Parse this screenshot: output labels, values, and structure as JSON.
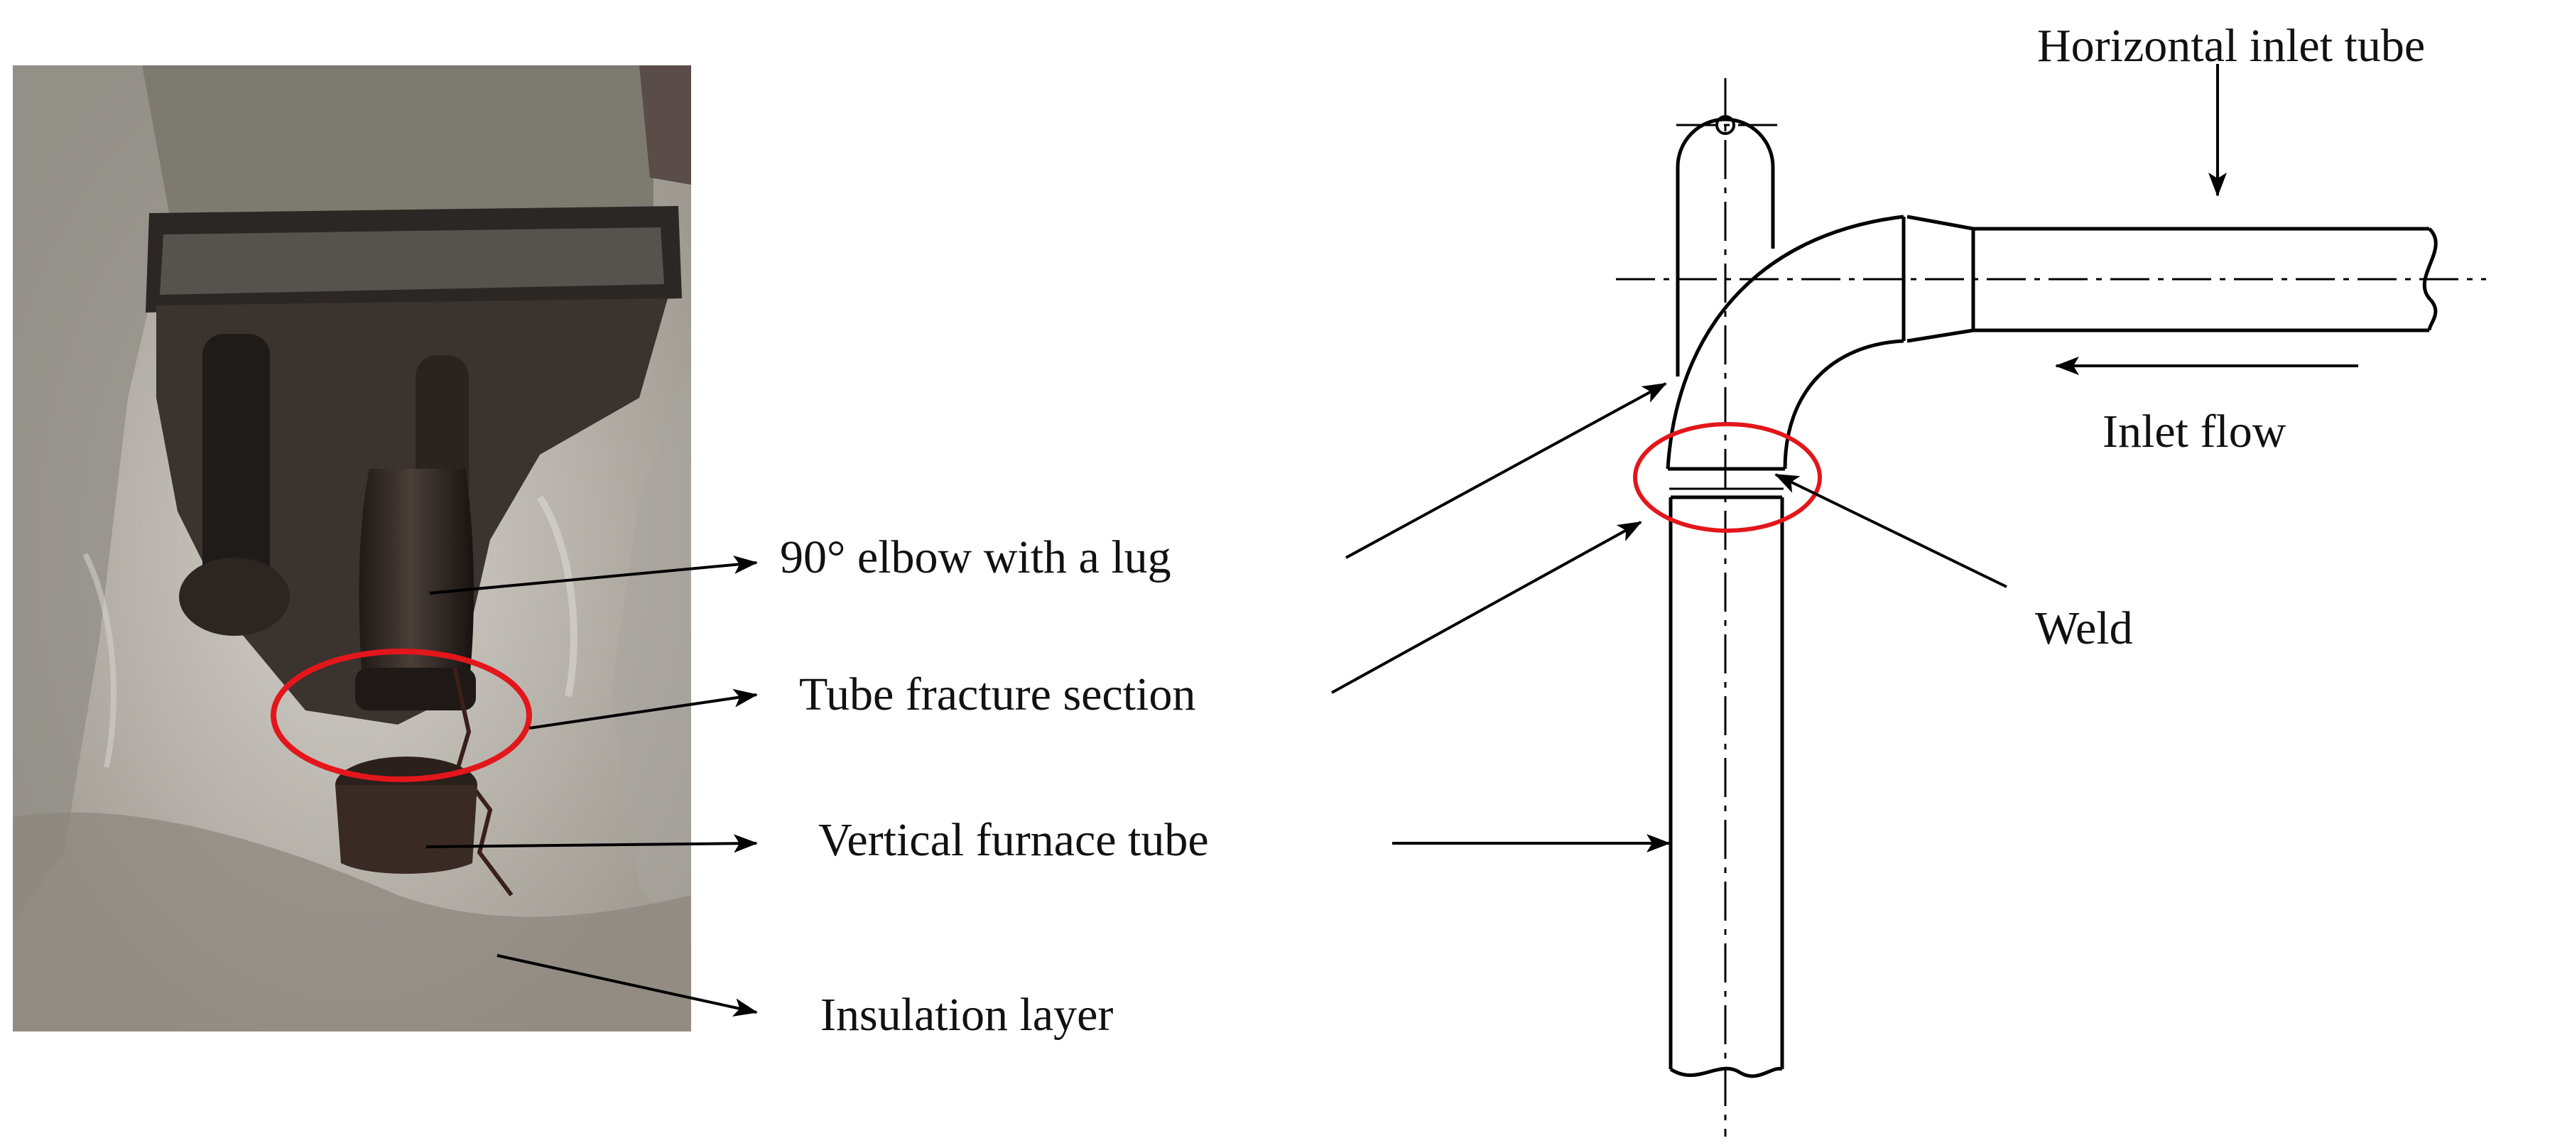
{
  "labels": {
    "elbow": "90° elbow with a lug",
    "fracture": "Tube fracture section",
    "vertical_tube": "Vertical furnace tube",
    "insulation": "Insulation layer",
    "horizontal_tube": "Horizontal inlet tube",
    "inlet_flow": "Inlet flow",
    "weld": "Weld"
  },
  "colors": {
    "highlight": "#e3161b",
    "line": "#000000",
    "photo_gray": "#b9b6ae",
    "photo_dark": "#2a2623"
  }
}
